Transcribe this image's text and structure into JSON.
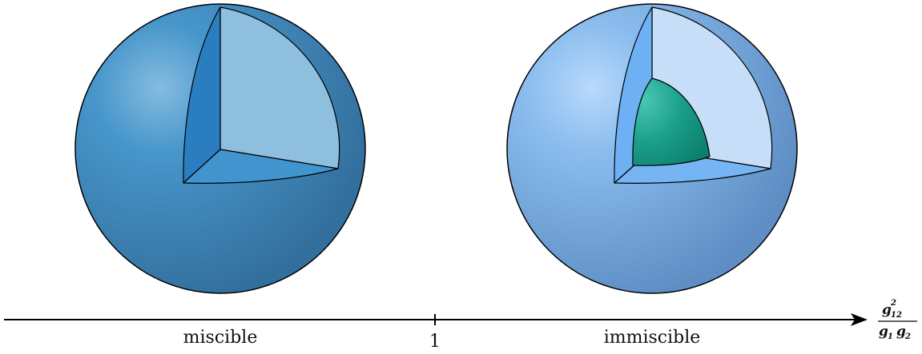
{
  "axis": {
    "tick_label": "1",
    "left_label": "miscible",
    "right_label": "immiscible",
    "variable": {
      "numerator": "g",
      "numerator_sup": "2",
      "numerator_sub": "12",
      "denominator_g1": "g",
      "denominator_sub1": "1",
      "denominator_g2": "g",
      "denominator_sub2": "2"
    }
  },
  "colors": {
    "miscible_sphere": "#3f86bb",
    "miscible_inner": "#8fbfde",
    "miscible_cut_side": "#2a7ec0",
    "immiscible_sphere": "#8bb9ea",
    "immiscible_inner": "#c6def8",
    "immiscible_cut_side": "#6eb0f4",
    "core": "#199e8a",
    "stroke": "#000000"
  }
}
